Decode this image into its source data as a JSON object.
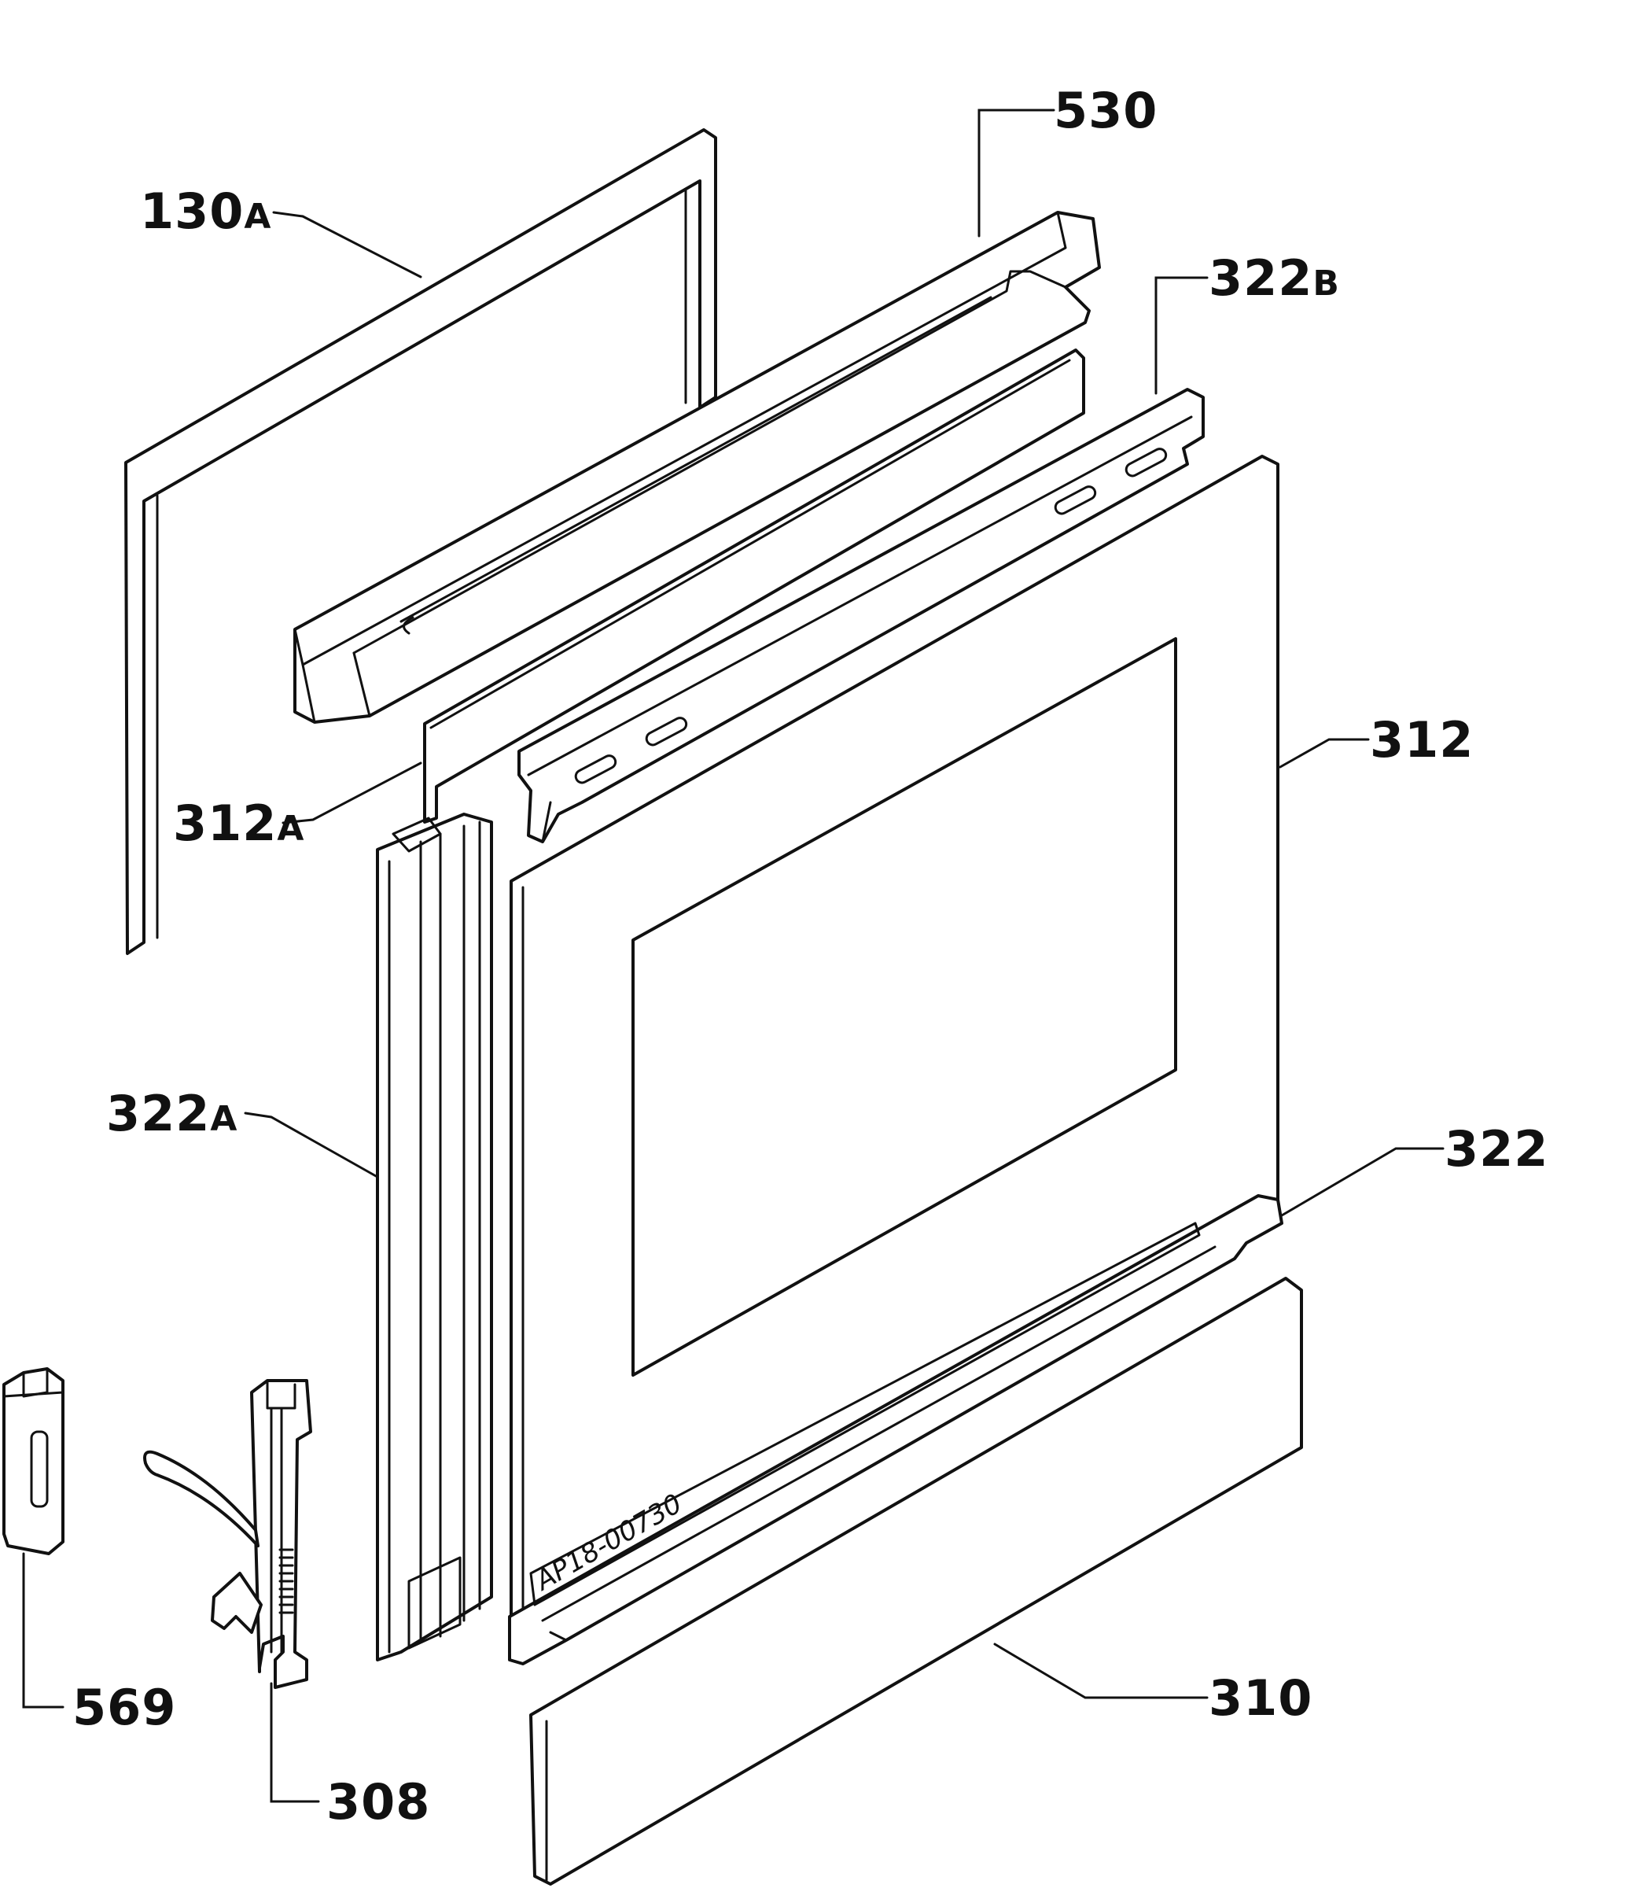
{
  "labels": {
    "p530": "530",
    "p130a_num": "130",
    "p130a_suf": "A",
    "p322b_num": "322",
    "p322b_suf": "B",
    "p312": "312",
    "p312a_num": "312",
    "p312a_suf": "A",
    "p322a_num": "322",
    "p322a_suf": "A",
    "p322": "322",
    "p310": "310",
    "p569": "569",
    "p308": "308"
  },
  "handwritten_code": "AP18-00730",
  "colors": {
    "line": "#111111",
    "background": "#ffffff"
  }
}
